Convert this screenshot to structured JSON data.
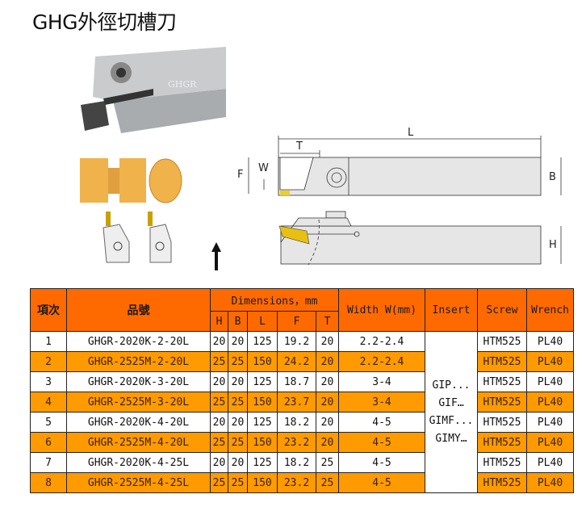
{
  "title": "GHG外徑切槽刀",
  "photo_label": "GHGR",
  "diagram": {
    "L": "L",
    "T": "T",
    "F": "F",
    "W": "W",
    "B": "B",
    "H": "H"
  },
  "table": {
    "headers": {
      "item": "項次",
      "part": "品號",
      "dimensions": "Dimensions，mm",
      "H": "H",
      "B": "B",
      "L": "L",
      "F": "F",
      "T": "T",
      "width": "Width W(mm)",
      "insert": "Insert",
      "screw": "Screw",
      "wrench": "Wrench"
    },
    "insert_values": [
      "GIP...",
      "GIF…",
      "GIMF...",
      "GIMY…"
    ],
    "rows": [
      {
        "item": "1",
        "part": "GHGR-2020K-2-20L",
        "H": "20",
        "B": "20",
        "L": "125",
        "F": "19.2",
        "T": "20",
        "width": "2.2-2.4",
        "screw": "HTM525",
        "wrench": "PL40"
      },
      {
        "item": "2",
        "part": "GHGR-2525M-2-20L",
        "H": "25",
        "B": "25",
        "L": "150",
        "F": "24.2",
        "T": "20",
        "width": "2.2-2.4",
        "screw": "HTM525",
        "wrench": "PL40"
      },
      {
        "item": "3",
        "part": "GHGR-2020K-3-20L",
        "H": "20",
        "B": "20",
        "L": "125",
        "F": "18.7",
        "T": "20",
        "width": "3-4",
        "screw": "HTM525",
        "wrench": "PL40"
      },
      {
        "item": "4",
        "part": "GHGR-2525M-3-20L",
        "H": "25",
        "B": "25",
        "L": "150",
        "F": "23.7",
        "T": "20",
        "width": "3-4",
        "screw": "HTM525",
        "wrench": "PL40"
      },
      {
        "item": "5",
        "part": "GHGR-2020K-4-20L",
        "H": "20",
        "B": "20",
        "L": "125",
        "F": "18.2",
        "T": "20",
        "width": "4-5",
        "screw": "HTM525",
        "wrench": "PL40"
      },
      {
        "item": "6",
        "part": "GHGR-2525M-4-20L",
        "H": "25",
        "B": "25",
        "L": "150",
        "F": "23.2",
        "T": "20",
        "width": "4-5",
        "screw": "HTM525",
        "wrench": "PL40"
      },
      {
        "item": "7",
        "part": "GHGR-2020K-4-25L",
        "H": "20",
        "B": "20",
        "L": "125",
        "F": "18.2",
        "T": "25",
        "width": "4-5",
        "screw": "HTM525",
        "wrench": "PL40"
      },
      {
        "item": "8",
        "part": "GHGR-2525M-4-25L",
        "H": "25",
        "B": "25",
        "L": "150",
        "F": "23.2",
        "T": "25",
        "width": "4-5",
        "screw": "HTM525",
        "wrench": "PL40"
      }
    ]
  }
}
